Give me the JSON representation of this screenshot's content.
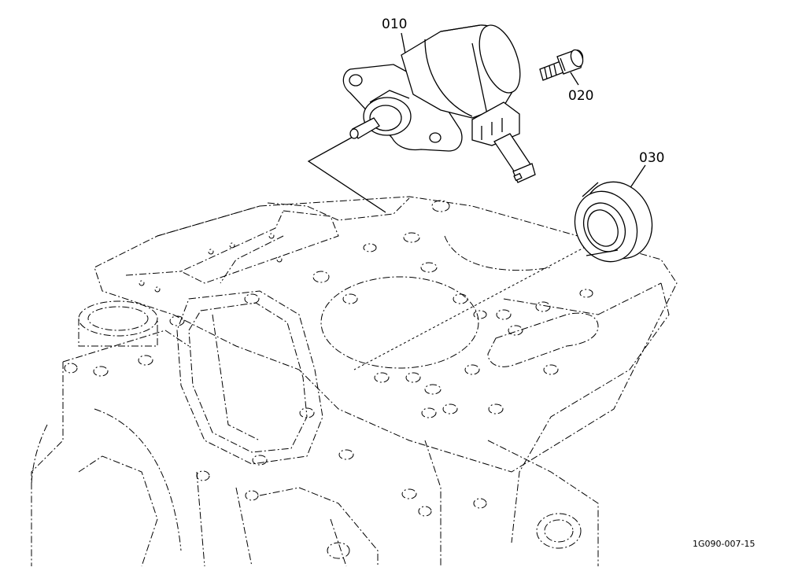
{
  "diagram": {
    "parts": [
      {
        "id": "010"
      },
      {
        "id": "020"
      },
      {
        "id": "030"
      }
    ],
    "reference_code": "1G090-007-15"
  }
}
